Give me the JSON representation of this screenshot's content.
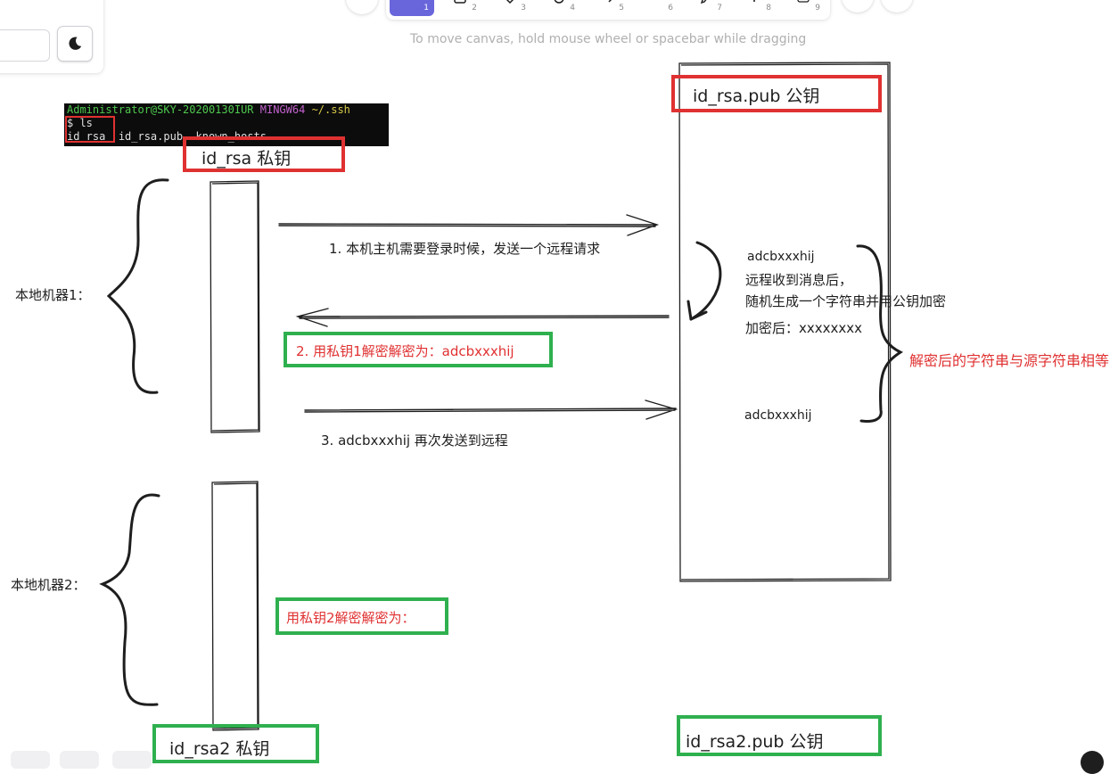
{
  "canvas": {
    "hint": "To move canvas, hold mouse wheel or spacebar while dragging"
  },
  "toolbar": {
    "tools": [
      {
        "num": "1",
        "icon": "hand-icon",
        "active": true
      },
      {
        "num": "2",
        "icon": "rectangle-icon"
      },
      {
        "num": "3",
        "icon": "diamond-icon"
      },
      {
        "num": "4",
        "icon": "ellipse-icon"
      },
      {
        "num": "5",
        "icon": "arrow-icon"
      },
      {
        "num": "6",
        "icon": "line-icon"
      },
      {
        "num": "7",
        "icon": "pencil-icon"
      },
      {
        "num": "8",
        "icon": "text-icon"
      },
      {
        "num": "9",
        "icon": "image-icon"
      }
    ]
  },
  "terminal": {
    "prompt_user": "Administrator@SKY-20200130IUR",
    "prompt_env": "MINGW64",
    "prompt_path": "~/.ssh",
    "command": "$ ls",
    "file1": "id_rsa",
    "file2": "id_rsa.pub",
    "file3": "known_hosts"
  },
  "diagram": {
    "private_key_1": "id_rsa 私钥",
    "public_key_1": "id_rsa.pub 公钥",
    "private_key_2": "id_rsa2 私钥",
    "public_key_2": "id_rsa2.pub 公钥",
    "machine_1": "本地机器1：",
    "machine_2": "本地机器2：",
    "step_1": "1. 本机主机需要登录时候，发送一个远程请求",
    "step_2": "2. 用私钥1解密解密为：adcbxxxhij",
    "step_3": "3. adcbxxxhij  再次发送到远程",
    "remote_string": "adcbxxxhij",
    "remote_line_1": "远程收到消息后，",
    "remote_line_2": "随机生成一个字符串并用公钥加密",
    "remote_encrypted": "加密后：xxxxxxxx",
    "returned_string": "adcbxxxhij",
    "compare_note": "解密后的字符串与源字符串相等",
    "machine_2_decrypt": "用私钥2解密解密为："
  },
  "colors": {
    "red": "#e03131",
    "green": "#2fb04f",
    "accent": "#6965db",
    "stroke": "#1e1e1e"
  }
}
